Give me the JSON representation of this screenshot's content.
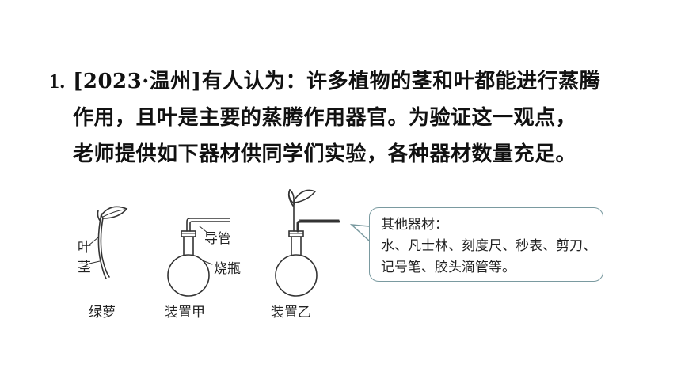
{
  "question": {
    "number": "1.",
    "source": "[2023·温州]",
    "line1": "有人认为：许多植物的茎和叶都能进行蒸腾",
    "line2": "作用，且叶是主要的蒸腾作用器官。为验证这一观点，",
    "line3": "老师提供如下器材供同学们实验，各种器材数量充足。"
  },
  "figure": {
    "plant": {
      "leaf_label": "叶",
      "stem_label": "茎",
      "caption": "绿萝"
    },
    "device_a": {
      "tube_label": "导管",
      "flask_label": "烧瓶",
      "caption": "装置甲"
    },
    "device_b": {
      "caption": "装置乙"
    },
    "materials": {
      "title": "其他器材：",
      "line1": "水、凡士林、刻度尺、秒表、剪刀、",
      "line2": "记号笔、胶头滴管等。"
    }
  }
}
